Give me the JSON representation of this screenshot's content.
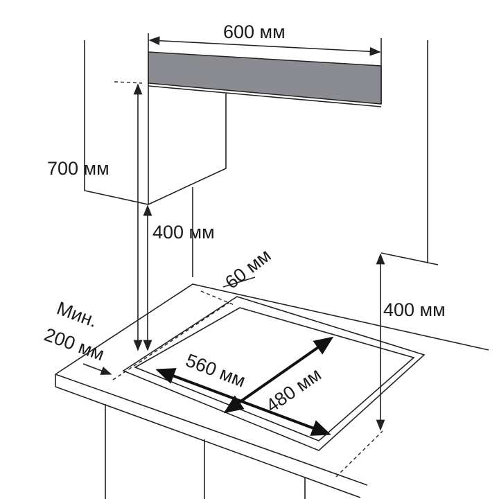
{
  "labels": {
    "hood_width": "600 мм",
    "hood_height": "700 мм",
    "side_cabinet_left": "400 мм",
    "side_cabinet_right": "400 мм",
    "back_gap": "60 мм",
    "min_side_line1": "Мин.",
    "min_side_line2": "200 мм",
    "cutout_width": "560 мм",
    "cutout_depth": "480 мм"
  },
  "colors": {
    "hood": "#8a8c91"
  }
}
